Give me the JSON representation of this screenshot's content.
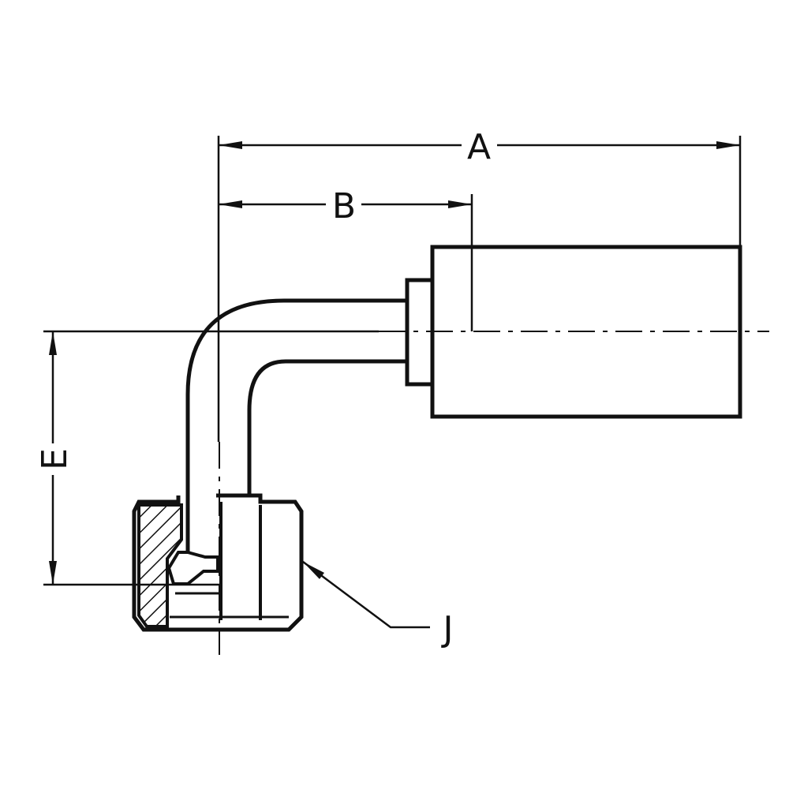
{
  "diagram": {
    "labels": {
      "a": "A",
      "b": "B",
      "e": "E",
      "j": "J"
    },
    "colors": {
      "ink": "#111111",
      "background": "#ffffff"
    }
  }
}
